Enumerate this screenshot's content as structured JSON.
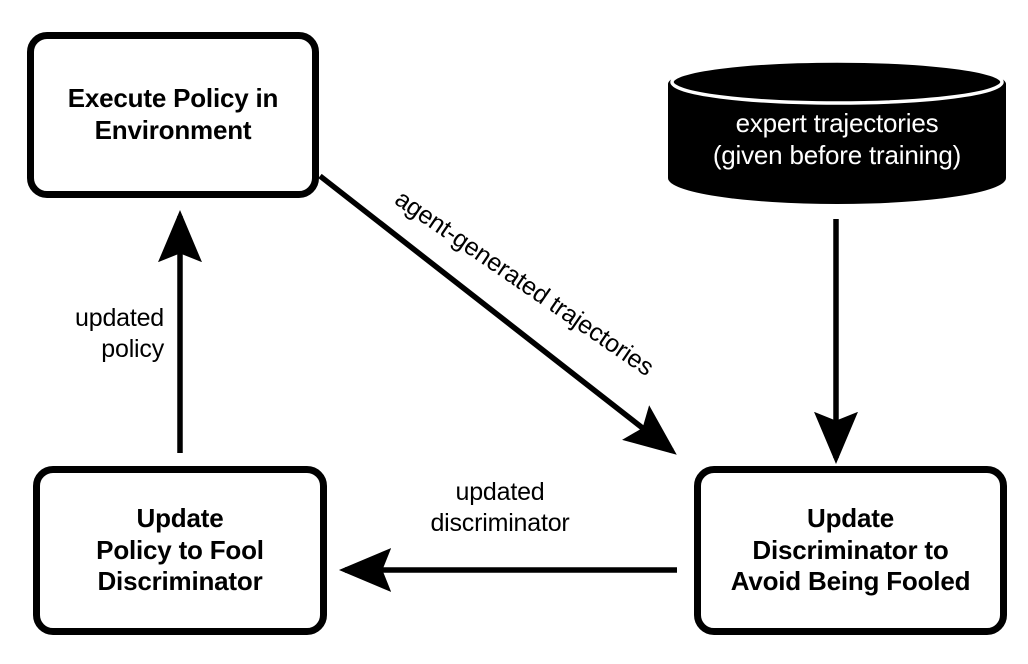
{
  "diagram": {
    "title": "GAIL adversarial imitation learning training loop",
    "background_color": "#ffffff",
    "stroke_color": "#000000",
    "nodes": [
      {
        "id": "execute-policy",
        "shape": "rounded-rect",
        "label": "Execute Policy in\nEnvironment",
        "fill": "#ffffff",
        "text_color": "#000000"
      },
      {
        "id": "expert-trajectories",
        "shape": "cylinder",
        "label": "expert trajectories\n(given before training)",
        "fill": "#000000",
        "text_color": "#ffffff"
      },
      {
        "id": "update-policy",
        "shape": "rounded-rect",
        "label": "Update\nPolicy to Fool\nDiscriminator",
        "fill": "#ffffff",
        "text_color": "#000000"
      },
      {
        "id": "update-discriminator",
        "shape": "rounded-rect",
        "label": "Update\nDiscriminator to\nAvoid Being Fooled",
        "fill": "#ffffff",
        "text_color": "#000000"
      }
    ],
    "edges": [
      {
        "id": "agent-generated-trajectories",
        "from": "execute-policy",
        "to": "update-discriminator",
        "label": "agent-generated trajectories",
        "direction": "diagonal-down-right"
      },
      {
        "id": "expert-to-discriminator",
        "from": "expert-trajectories",
        "to": "update-discriminator",
        "label": "",
        "direction": "down"
      },
      {
        "id": "updated-discriminator",
        "from": "update-discriminator",
        "to": "update-policy",
        "label": "updated\ndiscriminator",
        "direction": "left"
      },
      {
        "id": "updated-policy",
        "from": "update-policy",
        "to": "execute-policy",
        "label": "updated\npolicy",
        "direction": "up"
      }
    ]
  }
}
